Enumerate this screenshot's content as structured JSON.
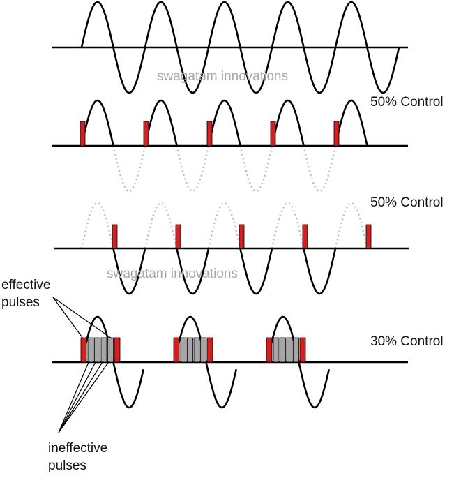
{
  "watermarks": [
    "swagatam innovations",
    "swagatam innovations"
  ],
  "rows": [
    {
      "control_label": ""
    },
    {
      "control_label": "50% Control"
    },
    {
      "control_label": "50% Control"
    },
    {
      "control_label": "30% Control"
    }
  ],
  "annotations": {
    "effective": [
      "effective",
      "pulses"
    ],
    "ineffective": [
      "ineffective",
      "pulses"
    ]
  },
  "colors": {
    "effective_pulse": "#d42020",
    "ineffective_pulse": "#a6a6a6",
    "waveform": "#000000",
    "suppressed_waveform": "#b8b8b8",
    "watermark": "#a8a8a8"
  }
}
